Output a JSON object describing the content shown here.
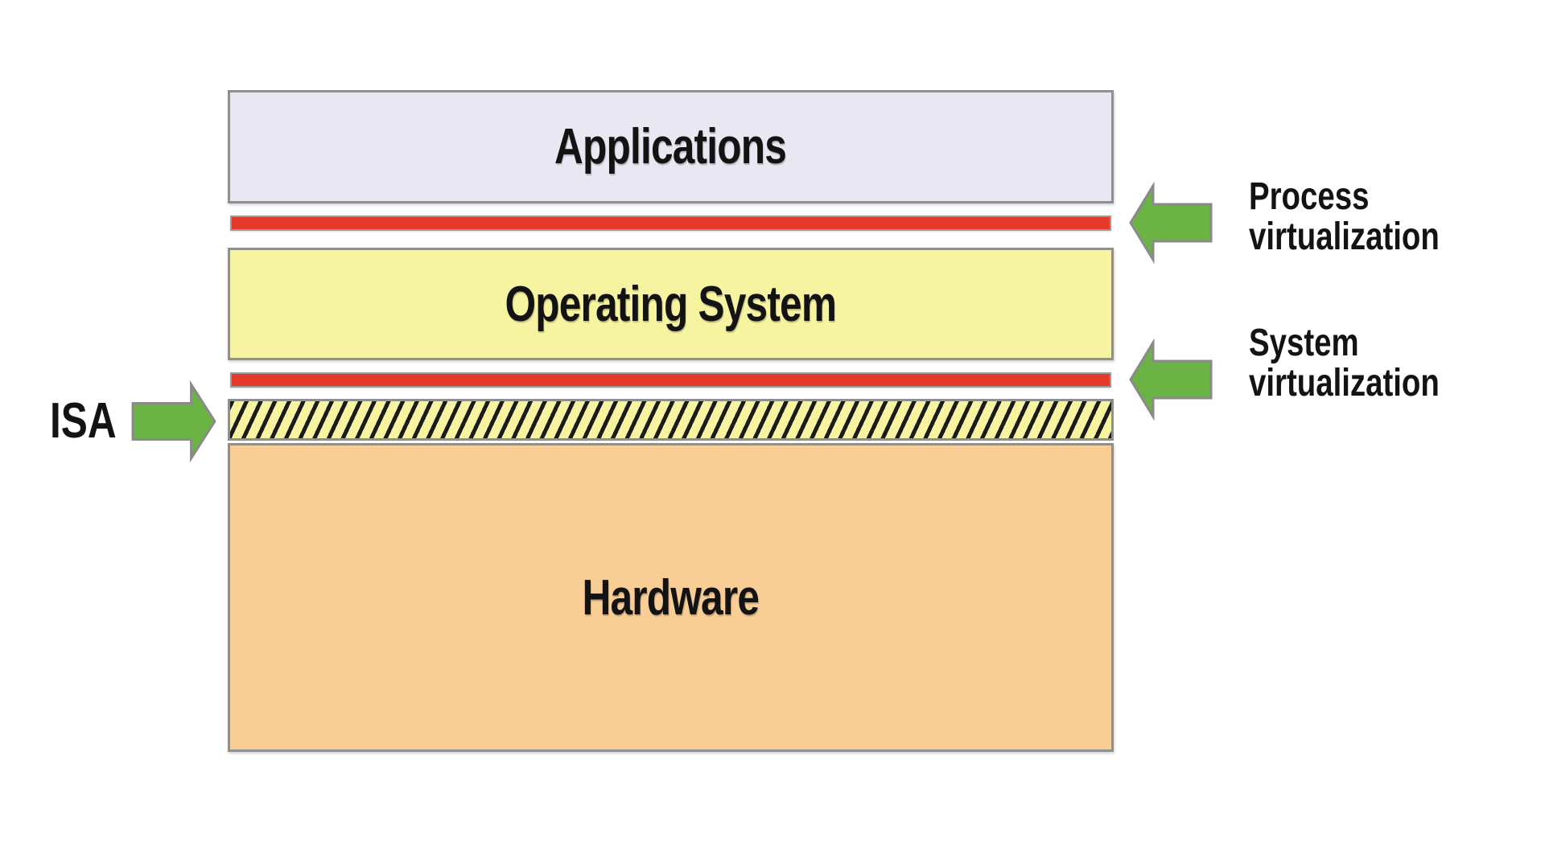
{
  "diagram": {
    "layers": {
      "applications": "Applications",
      "operating_system": "Operating System",
      "hardware": "Hardware"
    },
    "annotations": {
      "isa_label": "ISA",
      "process_virtualization_label": "Process virtualization",
      "system_virtualization_label": "System virtualization"
    },
    "icons": {
      "isa_arrow": "right-arrow",
      "process_arrow": "left-arrow",
      "system_arrow": "left-arrow"
    },
    "colors": {
      "applications_fill": "#e9e8f2",
      "operating_system_fill": "#f6f3a1",
      "hardware_fill": "#f9ce96",
      "hatch_band_fill": "#f6f3a1",
      "hatch_line": "#1b1b1b",
      "interface_bar_fill": "#e5392c",
      "arrow_fill": "#6cb345",
      "arrow_outline": "#8a8a8a",
      "box_border": "#8f8f8f",
      "text": "#131313",
      "background": "#ffffff"
    }
  }
}
